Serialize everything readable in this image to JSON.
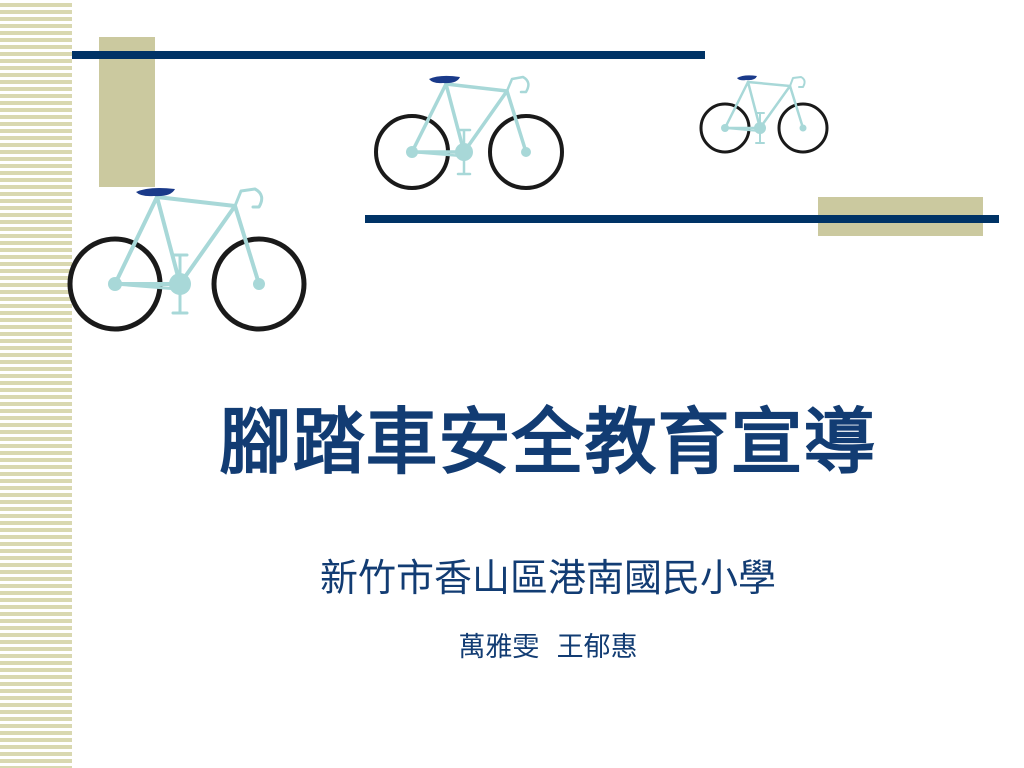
{
  "slide": {
    "title": "腳踏車安全教育宣導",
    "subtitle": "新竹市香山區港南國民小學",
    "authors": "萬雅雯  王郁惠"
  },
  "colors": {
    "title_text": "#123c73",
    "navy_line": "#003366",
    "olive_block": "#cbc99f",
    "stripe": "#d9d8b0",
    "bike_frame": "#a8d8d8",
    "bike_saddle": "#1a3a8a",
    "bike_tire": "#1a1a1a"
  },
  "icons": {
    "bike": "bicycle-icon"
  }
}
